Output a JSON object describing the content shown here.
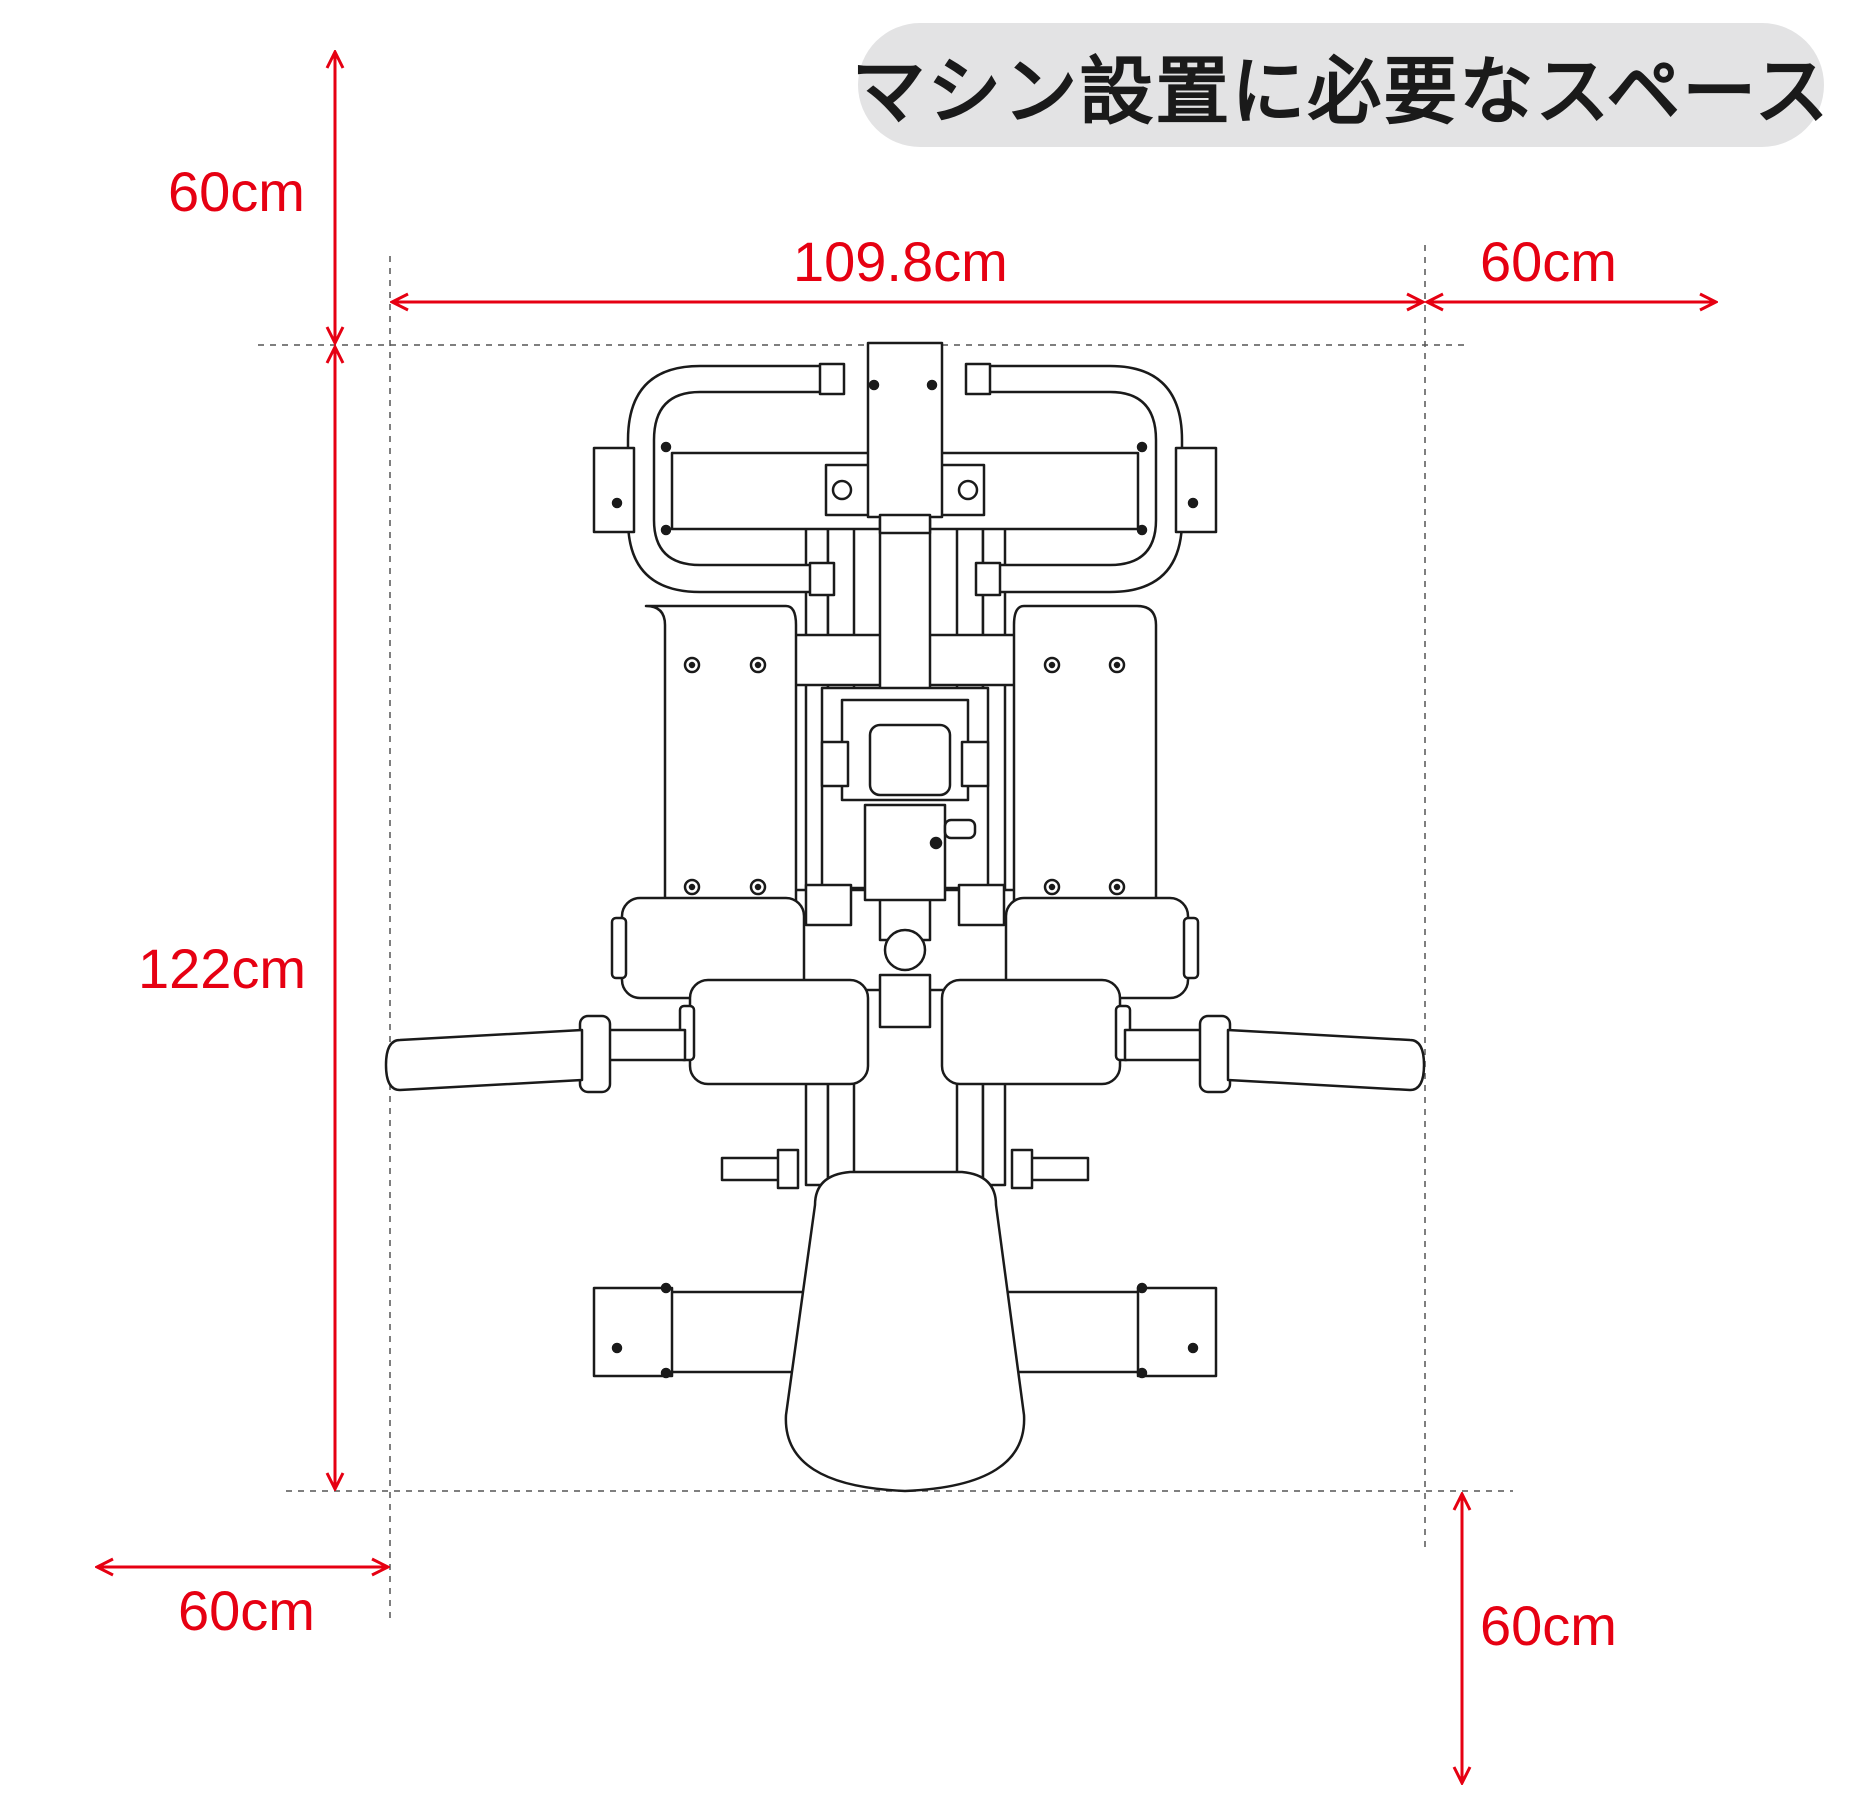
{
  "title": "マシン設置に必要なスペース",
  "colors": {
    "dimension": "#e60012",
    "outline": "#1a1a1a",
    "guide": "#555555",
    "title_background": "#e3e3e4"
  },
  "dimensions": {
    "clearance_top": "60cm",
    "machine_width": "109.8cm",
    "clearance_right": "60cm",
    "machine_length": "122cm",
    "clearance_left": "60cm",
    "clearance_bottom": "60cm"
  },
  "machine": {
    "name": "machine-top-view-drawing"
  }
}
